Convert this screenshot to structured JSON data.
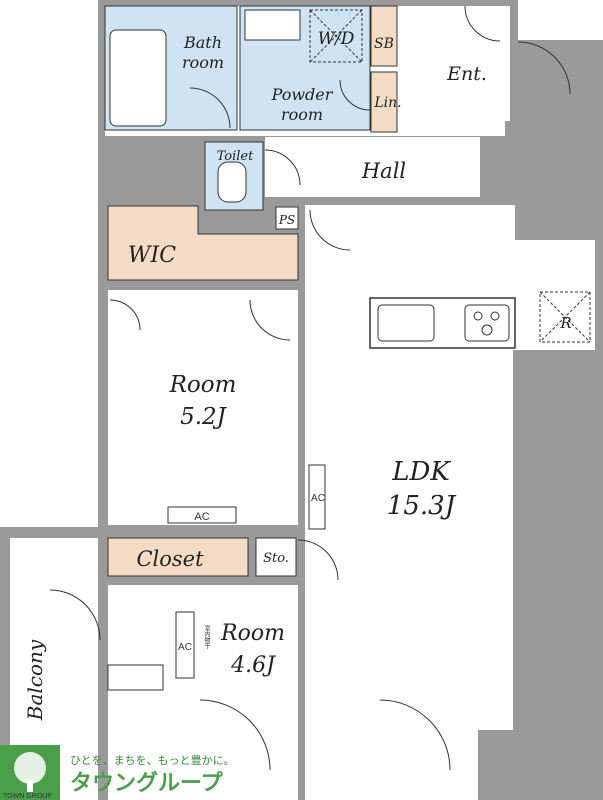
{
  "rooms": {
    "bath": "Bath room",
    "bath_line1": "Bath",
    "bath_line2": "room",
    "wd": "W/D",
    "sb": "SB",
    "powder_line1": "Powder",
    "powder_line2": "room",
    "linen": "Lin.",
    "entrance": "Ent.",
    "toilet": "Toilet",
    "hall": "Hall",
    "ps": "PS",
    "wic": "WIC",
    "fridge": "R",
    "room1_name": "Room",
    "room1_size": "5.2J",
    "ac1": "AC",
    "ac2": "AC",
    "ac3": "AC",
    "ldk_name": "LDK",
    "ldk_size": "15.3J",
    "closet": "Closet",
    "storage": "Sto.",
    "room2_name": "Room",
    "room2_size": "4.6J",
    "indoor_dry": "室内物干",
    "balcony": "Balcony"
  },
  "brand": {
    "tagline": "ひとを、まちを、もっと豊かに。",
    "name": "タウングループ",
    "sub": "TOWN GROUP"
  },
  "colors": {
    "wall": "#9a9a9a",
    "wet_area": "#cfe3f2",
    "storage": "#f3dcc3",
    "line": "#333333",
    "brand_green": "#4aa04a"
  }
}
